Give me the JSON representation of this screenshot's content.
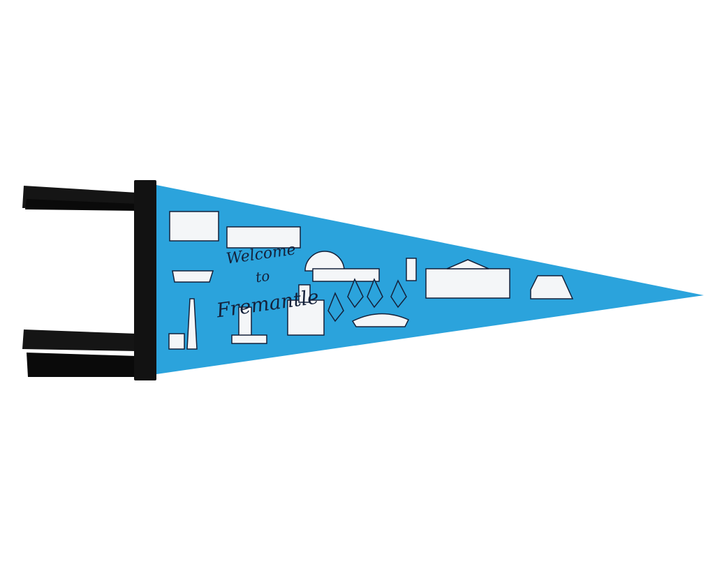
{
  "pennant": {
    "line1": "Welcome",
    "line2": "to",
    "line3": "Fremantle",
    "colors": {
      "felt": "#2ba3dc",
      "header": "#111111",
      "ink": "#14213a",
      "white": "#f4f6f8"
    }
  }
}
